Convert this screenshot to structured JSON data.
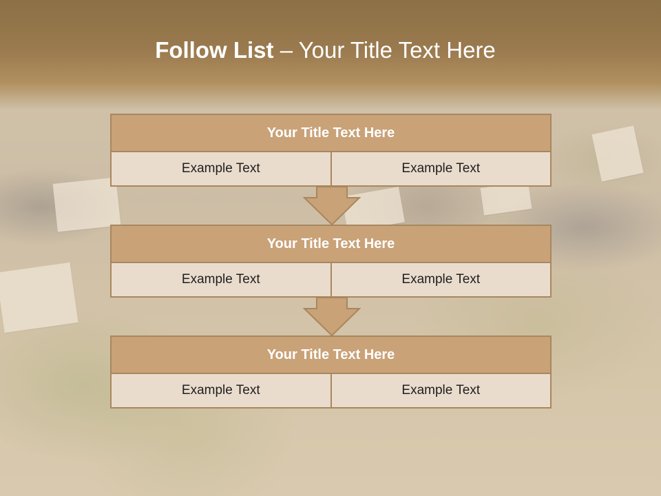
{
  "title": {
    "bold": "Follow List",
    "rest": " – Your Title Text Here"
  },
  "blocks": [
    {
      "title": "Your Title Text Here",
      "left": "Example Text",
      "right": "Example Text"
    },
    {
      "title": "Your Title Text Here",
      "left": "Example Text",
      "right": "Example Text"
    },
    {
      "title": "Your Title Text Here",
      "left": "Example Text",
      "right": "Example Text"
    }
  ],
  "colors": {
    "header_fill": "#c9a278",
    "cell_fill": "#eadccd",
    "border": "#a8875f",
    "title_band": "#8c7046"
  }
}
